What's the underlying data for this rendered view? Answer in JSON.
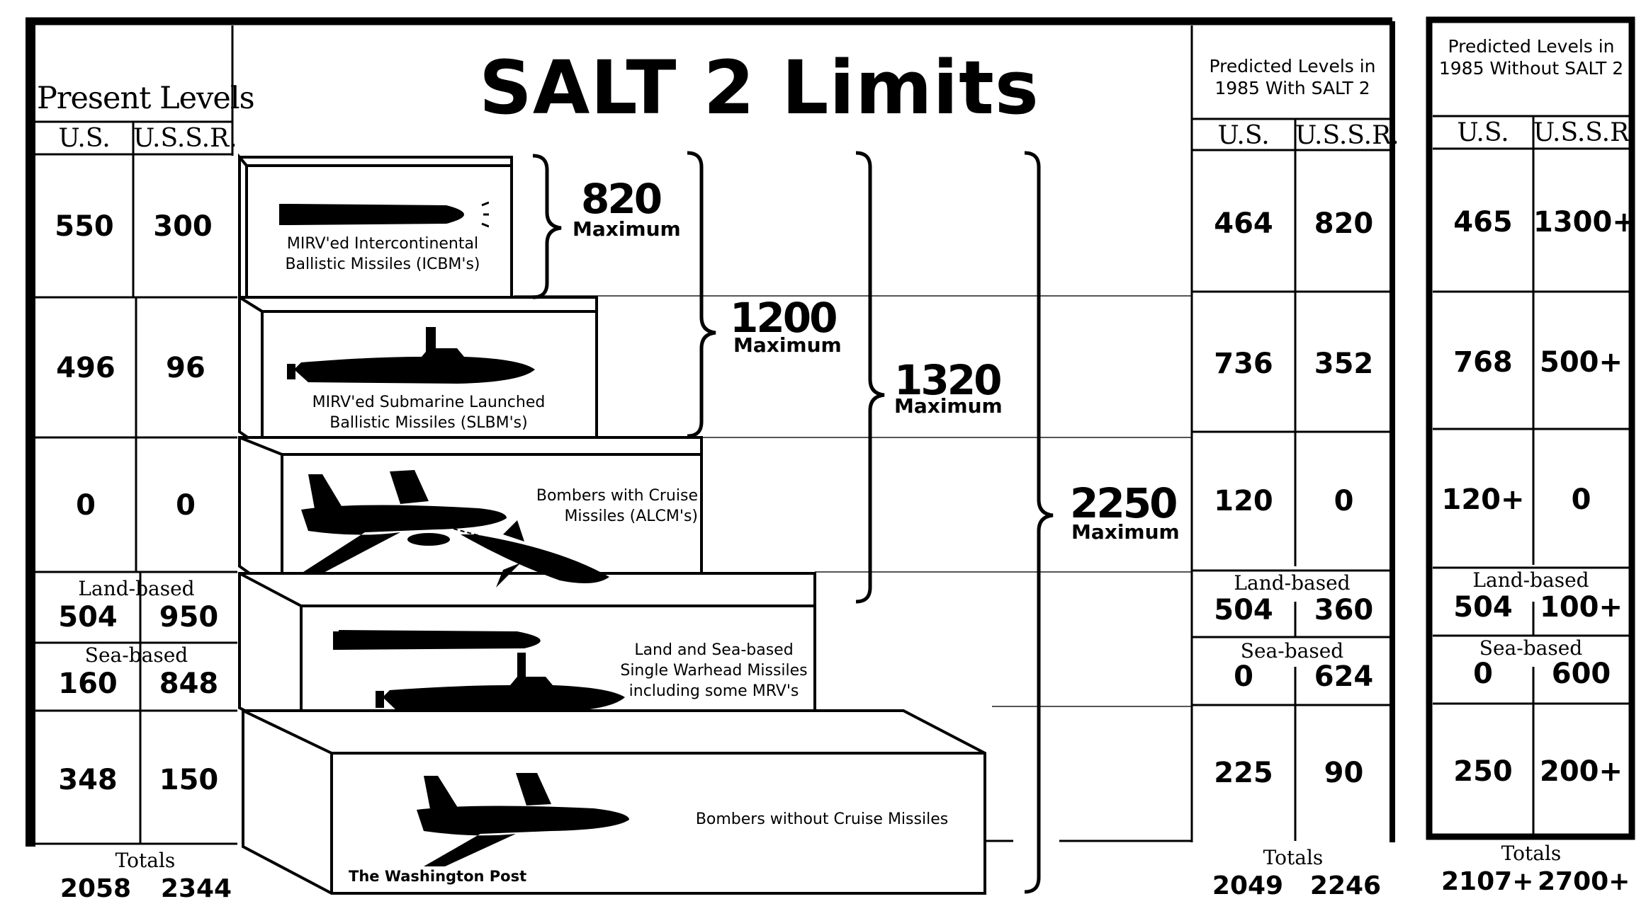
{
  "title": "SALT 2 Limits",
  "present": {
    "heading": "Present Levels",
    "col_us": "U.S.",
    "col_ussr": "U.S.S.R.",
    "rows": [
      [
        "550",
        "300"
      ],
      [
        "496",
        "96"
      ],
      [
        "0",
        "0"
      ]
    ],
    "land_label": "Land-based",
    "land": [
      "504",
      "950"
    ],
    "sea_label": "Sea-based",
    "sea": [
      "160",
      "848"
    ],
    "bombers": [
      "348",
      "150"
    ],
    "totals_label": "Totals",
    "totals": [
      "2058",
      "2344"
    ]
  },
  "with_salt": {
    "heading": "Predicted Levels in 1985 With SALT 2",
    "col_us": "U.S.",
    "col_ussr": "U.S.S.R.",
    "rows": [
      [
        "464",
        "820"
      ],
      [
        "736",
        "352"
      ],
      [
        "120",
        "0"
      ]
    ],
    "land_label": "Land-based",
    "land": [
      "504",
      "360"
    ],
    "sea_label": "Sea-based",
    "sea": [
      "0",
      "624"
    ],
    "bombers": [
      "225",
      "90"
    ],
    "totals_label": "Totals",
    "totals": [
      "2049",
      "2246"
    ]
  },
  "without_salt": {
    "heading": "Predicted Levels in 1985 Without SALT 2",
    "col_us": "U.S.",
    "col_ussr": "U.S.S.R.",
    "rows": [
      [
        "465",
        "1300+"
      ],
      [
        "768",
        "500+"
      ],
      [
        "120+",
        "0"
      ]
    ],
    "land_label": "Land-based",
    "land": [
      "504",
      "100+"
    ],
    "sea_label": "Sea-based",
    "sea": [
      "0",
      "600"
    ],
    "bombers": [
      "250",
      "200+"
    ],
    "totals_label": "Totals",
    "totals": [
      "2107+",
      "2700+"
    ]
  },
  "categories": {
    "icbm": "MIRV'ed Intercontinental Ballistic Missiles (ICBM's)",
    "slbm": "MIRV'ed Submarine Launched Ballistic Missiles (SLBM's)",
    "alcm": "Bombers with Cruise Missiles (ALCM's)",
    "single": "Land and Sea-based Single Warhead Missiles including some MRV's",
    "bombers": "Bombers without Cruise Missiles"
  },
  "limits": [
    {
      "value": "820",
      "label": "Maximum"
    },
    {
      "value": "1200",
      "label": "Maximum"
    },
    {
      "value": "1320",
      "label": "Maximum"
    },
    {
      "value": "2250",
      "label": "Maximum"
    }
  ],
  "credit": "The Washington Post",
  "icons": [
    "missile-icon",
    "submarine-icon",
    "bomber-icon",
    "cruise-missile-icon"
  ]
}
